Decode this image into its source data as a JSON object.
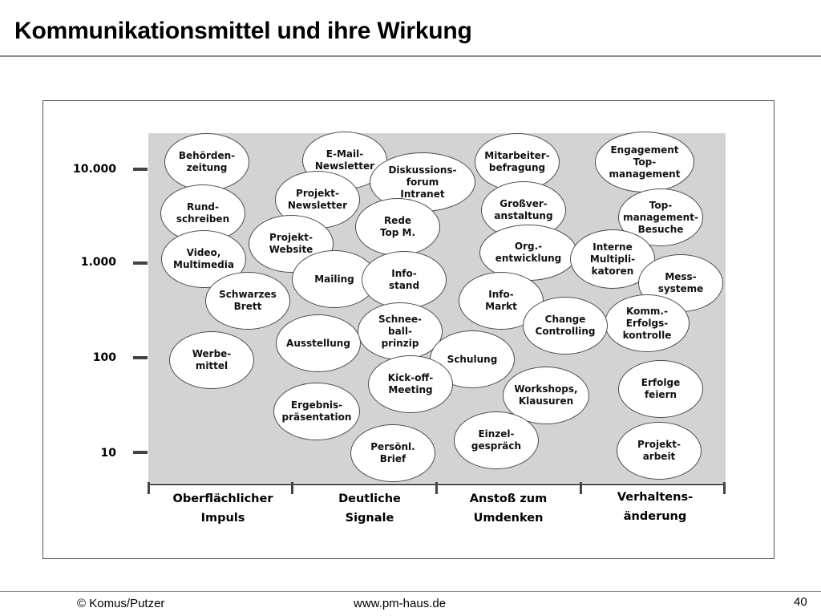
{
  "slide": {
    "title": "Kommunikationsmittel und ihre Wirkung",
    "footer_left": "© Komus/Putzer",
    "footer_center": "www.pm-haus.de",
    "page_number": "40"
  },
  "diagram": {
    "y_axis_ticks": [
      "10.000",
      "1.000",
      "100",
      "10"
    ],
    "x_categories": [
      {
        "line1": "Oberflächlicher",
        "line2": "Impuls"
      },
      {
        "line1": "Deutliche",
        "line2": "Signale"
      },
      {
        "line1": "Anstoß zum",
        "line2": "Umdenken"
      },
      {
        "line1": "Verhaltens-",
        "line2": "änderung"
      }
    ],
    "bubbles": [
      {
        "id": "behoerdenzeitung",
        "label": "Behörden-\nzeitung"
      },
      {
        "id": "email-newsletter",
        "label": "E-Mail-\nNewsletter"
      },
      {
        "id": "projekt-newsletter",
        "label": "Projekt-\nNewsletter"
      },
      {
        "id": "diskussionsforum",
        "label": "Diskussions-\nforum\nIntranet"
      },
      {
        "id": "mitarbeiterbefragung",
        "label": "Mitarbeiter-\nbefragung"
      },
      {
        "id": "engagement-top-management",
        "label": "Engagement\nTop-\nmanagement"
      },
      {
        "id": "rundschreiben",
        "label": "Rund-\nschreiben"
      },
      {
        "id": "rede-top-m",
        "label": "Rede\nTop M."
      },
      {
        "id": "grossveranstaltung",
        "label": "Großver-\nanstaltung"
      },
      {
        "id": "top-management-besuche",
        "label": "Top-\nmanagement-\nBesuche"
      },
      {
        "id": "projekt-website",
        "label": "Projekt-\nWebsite"
      },
      {
        "id": "video-multimedia",
        "label": "Video,\nMultimedia"
      },
      {
        "id": "org-entwicklung",
        "label": "Org.-\nentwicklung"
      },
      {
        "id": "interne-multiplikatoren",
        "label": "Interne\nMultipli-\nkatoren"
      },
      {
        "id": "mailing",
        "label": "Mailing"
      },
      {
        "id": "infostand",
        "label": "Info-\nstand"
      },
      {
        "id": "mess-systeme",
        "label": "Mess-\nsysteme"
      },
      {
        "id": "schwarzes-brett",
        "label": "Schwarzes\nBrett"
      },
      {
        "id": "info-markt",
        "label": "Info-\nMarkt"
      },
      {
        "id": "komm-erfolgskontrolle",
        "label": "Komm.-\nErfolgs-\nkontrolle"
      },
      {
        "id": "change-controlling",
        "label": "Change\nControlling"
      },
      {
        "id": "schneeballprinzip",
        "label": "Schnee-\nball-\nprinzip"
      },
      {
        "id": "ausstellung",
        "label": "Ausstellung"
      },
      {
        "id": "werbemittel",
        "label": "Werbe-\nmittel"
      },
      {
        "id": "schulung",
        "label": "Schulung"
      },
      {
        "id": "kick-off-meeting",
        "label": "Kick-off-\nMeeting"
      },
      {
        "id": "workshops-klausuren",
        "label": "Workshops,\nKlausuren"
      },
      {
        "id": "erfolge-feiern",
        "label": "Erfolge\nfeiern"
      },
      {
        "id": "ergebnispraesentation",
        "label": "Ergebnis-\npräsentation"
      },
      {
        "id": "einzelgespraech",
        "label": "Einzel-\ngespräch"
      },
      {
        "id": "projektarbeit",
        "label": "Projekt-\narbeit"
      },
      {
        "id": "persoenl-brief",
        "label": "Persönl.\nBrief"
      }
    ]
  }
}
